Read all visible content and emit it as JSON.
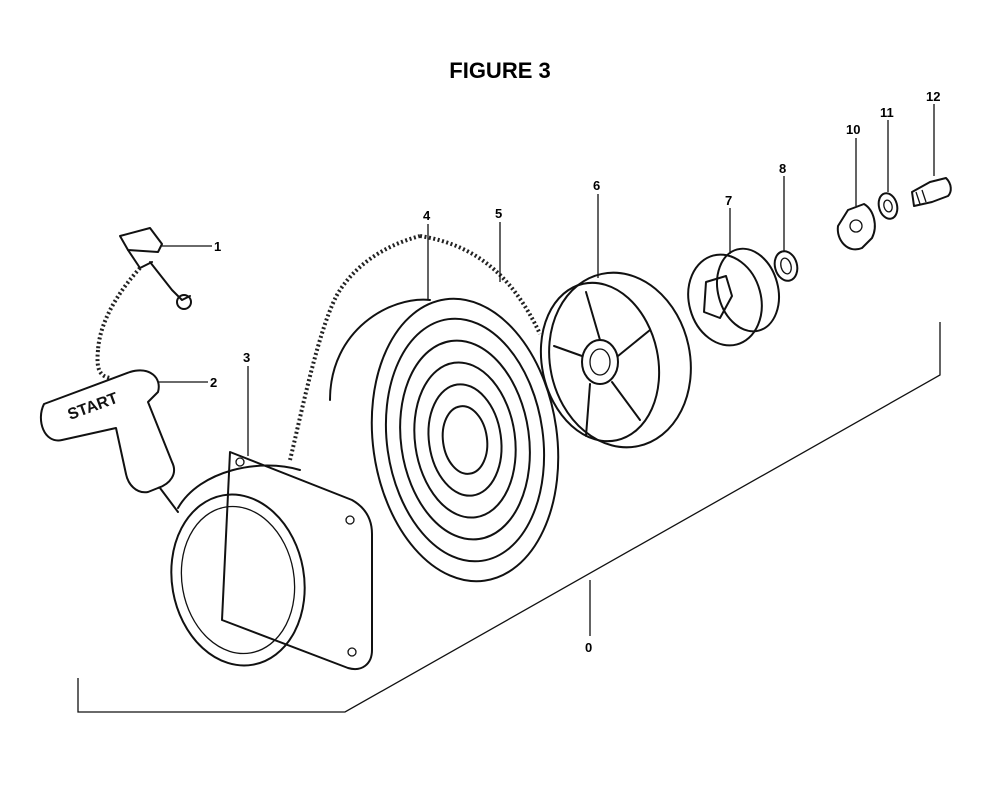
{
  "title": "FIGURE 3",
  "grip_label": "START",
  "callouts": [
    {
      "id": "1",
      "part": "rope-clip"
    },
    {
      "id": "2",
      "part": "starter-grip"
    },
    {
      "id": "3",
      "part": "starter-case"
    },
    {
      "id": "4",
      "part": "recoil-spring"
    },
    {
      "id": "5",
      "part": "starter-rope"
    },
    {
      "id": "6",
      "part": "rope-pulley"
    },
    {
      "id": "7",
      "part": "starter-pawl"
    },
    {
      "id": "8",
      "part": "spring-washer"
    },
    {
      "id": "10",
      "part": "lock-washer"
    },
    {
      "id": "11",
      "part": "flat-washer"
    },
    {
      "id": "12",
      "part": "bolt"
    },
    {
      "id": "0",
      "part": "assembly"
    }
  ]
}
